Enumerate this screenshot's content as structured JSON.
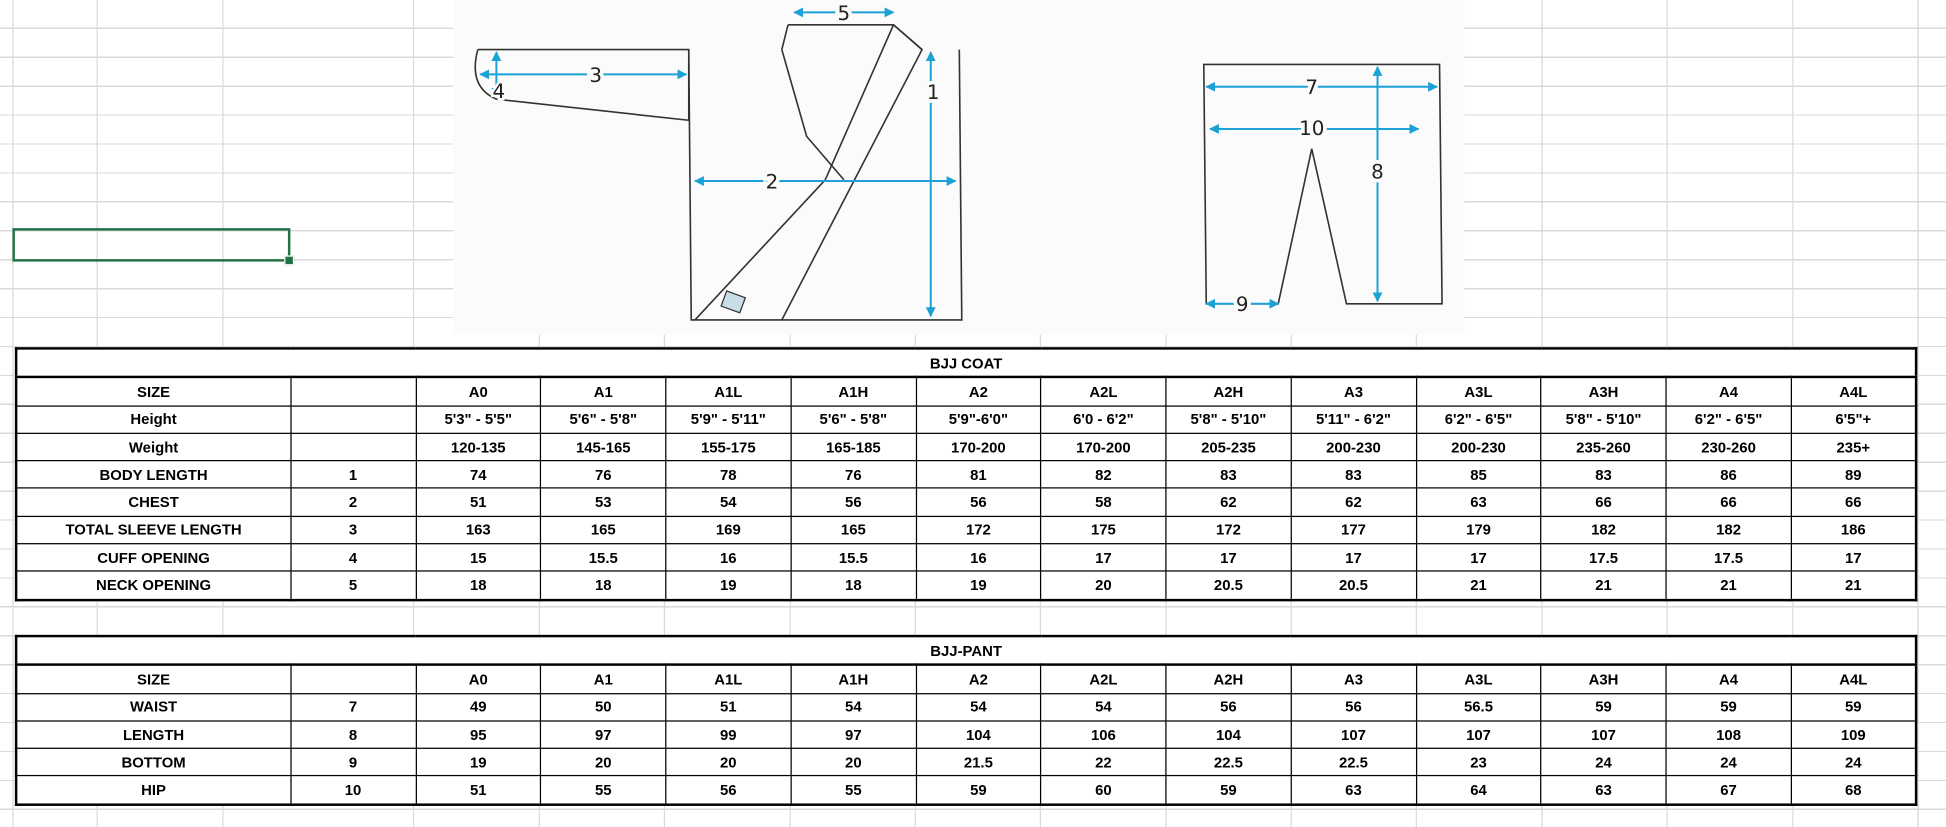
{
  "diagram": {
    "coat_labels": [
      "1",
      "2",
      "3",
      "4",
      "5"
    ],
    "pant_labels": [
      "7",
      "8",
      "9",
      "10"
    ],
    "accent_color": "#1ba1d6"
  },
  "coat": {
    "title": "BJJ COAT",
    "rows": [
      {
        "label": "SIZE",
        "num": "",
        "values": [
          "A0",
          "A1",
          "A1L",
          "A1H",
          "A2",
          "A2L",
          "A2H",
          "A3",
          "A3L",
          "A3H",
          "A4",
          "A4L"
        ]
      },
      {
        "label": "Height",
        "num": "",
        "values": [
          "5'3\" - 5'5\"",
          "5'6\" - 5'8\"",
          "5'9\" - 5'11\"",
          "5'6\" - 5'8\"",
          "5'9\"-6'0\"",
          "6'0 - 6'2\"",
          "5'8\" - 5'10\"",
          "5'11\" - 6'2\"",
          "6'2\" - 6'5\"",
          "5'8\" - 5'10\"",
          "6'2\" - 6'5\"",
          "6'5\"+"
        ]
      },
      {
        "label": "Weight",
        "num": "",
        "values": [
          "120-135",
          "145-165",
          "155-175",
          "165-185",
          "170-200",
          "170-200",
          "205-235",
          "200-230",
          "200-230",
          "235-260",
          "230-260",
          "235+"
        ]
      },
      {
        "label": "BODY LENGTH",
        "num": "1",
        "values": [
          "74",
          "76",
          "78",
          "76",
          "81",
          "82",
          "83",
          "83",
          "85",
          "83",
          "86",
          "89"
        ]
      },
      {
        "label": "CHEST",
        "num": "2",
        "values": [
          "51",
          "53",
          "54",
          "56",
          "56",
          "58",
          "62",
          "62",
          "63",
          "66",
          "66",
          "66"
        ]
      },
      {
        "label": "TOTAL SLEEVE LENGTH",
        "num": "3",
        "values": [
          "163",
          "165",
          "169",
          "165",
          "172",
          "175",
          "172",
          "177",
          "179",
          "182",
          "182",
          "186"
        ]
      },
      {
        "label": "CUFF OPENING",
        "num": "4",
        "values": [
          "15",
          "15.5",
          "16",
          "15.5",
          "16",
          "17",
          "17",
          "17",
          "17",
          "17.5",
          "17.5",
          "17"
        ]
      },
      {
        "label": "NECK OPENING",
        "num": "5",
        "values": [
          "18",
          "18",
          "19",
          "18",
          "19",
          "20",
          "20.5",
          "20.5",
          "21",
          "21",
          "21",
          "21"
        ]
      }
    ]
  },
  "pant": {
    "title": "BJJ-PANT",
    "rows": [
      {
        "label": "SIZE",
        "num": "",
        "values": [
          "A0",
          "A1",
          "A1L",
          "A1H",
          "A2",
          "A2L",
          "A2H",
          "A3",
          "A3L",
          "A3H",
          "A4",
          "A4L"
        ]
      },
      {
        "label": "WAIST",
        "num": "7",
        "values": [
          "49",
          "50",
          "51",
          "54",
          "54",
          "54",
          "56",
          "56",
          "56.5",
          "59",
          "59",
          "59"
        ]
      },
      {
        "label": "LENGTH",
        "num": "8",
        "values": [
          "95",
          "97",
          "99",
          "97",
          "104",
          "106",
          "104",
          "107",
          "107",
          "107",
          "108",
          "109"
        ]
      },
      {
        "label": "BOTTOM",
        "num": "9",
        "values": [
          "19",
          "20",
          "20",
          "20",
          "21.5",
          "22",
          "22.5",
          "22.5",
          "23",
          "24",
          "24",
          "24"
        ]
      },
      {
        "label": "HIP",
        "num": "10",
        "values": [
          "51",
          "55",
          "56",
          "55",
          "59",
          "60",
          "59",
          "63",
          "64",
          "63",
          "67",
          "68"
        ]
      }
    ]
  }
}
